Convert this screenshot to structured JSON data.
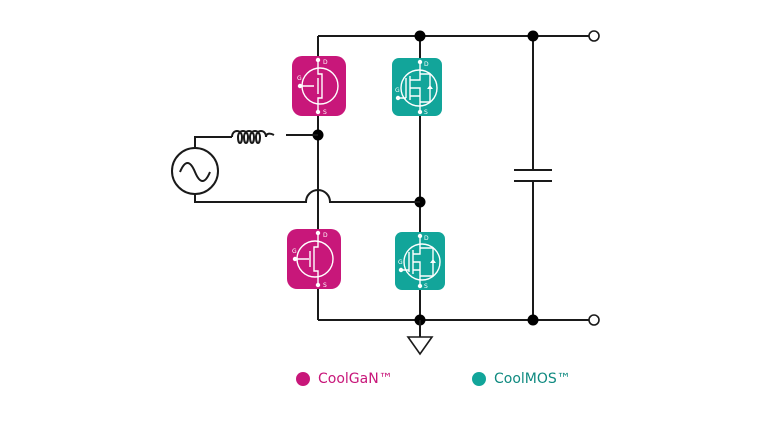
{
  "diagram": {
    "title": "Totem-pole PFC with CoolGaN and CoolMOS",
    "colors": {
      "coolgan": "#c8177a",
      "coolmos": "#12a59a",
      "wire": "#1a1a1a"
    },
    "pin_labels": {
      "drain": "D",
      "source": "S",
      "gate": "G"
    },
    "components": [
      {
        "id": "ac-source",
        "type": "AC source"
      },
      {
        "id": "inductor",
        "type": "inductor"
      },
      {
        "id": "gan-high",
        "type": "CoolGaN transistor"
      },
      {
        "id": "gan-low",
        "type": "CoolGaN transistor"
      },
      {
        "id": "mos-high",
        "type": "CoolMOS transistor"
      },
      {
        "id": "mos-low",
        "type": "CoolMOS transistor"
      },
      {
        "id": "capacitor",
        "type": "capacitor"
      },
      {
        "id": "ground",
        "type": "ground"
      }
    ]
  },
  "legend": [
    {
      "label": "CoolGaN™",
      "color": "#c8177a"
    },
    {
      "label": "CoolMOS™",
      "color": "#12a59a"
    }
  ]
}
